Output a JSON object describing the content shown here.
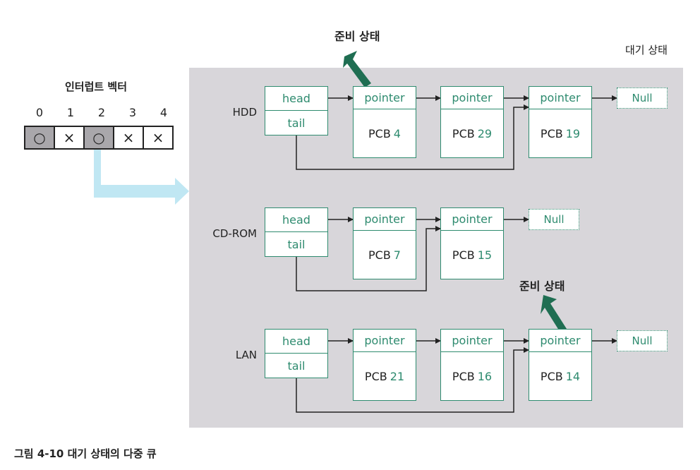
{
  "headings": {
    "ready_state_top": "준비 상태",
    "ready_state_lan": "준비 상태",
    "wait_state": "대기 상태",
    "interrupt_vector": "인터럽트 벡터"
  },
  "interrupt_vector": {
    "indices": [
      "0",
      "1",
      "2",
      "3",
      "4"
    ],
    "cells": [
      "○",
      "×",
      "○",
      "×",
      "×"
    ]
  },
  "queues": [
    {
      "device": "HDD",
      "head_label": "head",
      "tail_label": "tail",
      "nodes": [
        {
          "pointer": "pointer",
          "pcb": "PCB",
          "num": "4"
        },
        {
          "pointer": "pointer",
          "pcb": "PCB",
          "num": "29"
        },
        {
          "pointer": "pointer",
          "pcb": "PCB",
          "num": "19"
        }
      ],
      "null_label": "Null"
    },
    {
      "device": "CD-ROM",
      "head_label": "head",
      "tail_label": "tail",
      "nodes": [
        {
          "pointer": "pointer",
          "pcb": "PCB",
          "num": "7"
        },
        {
          "pointer": "pointer",
          "pcb": "PCB",
          "num": "15"
        }
      ],
      "null_label": "Null"
    },
    {
      "device": "LAN",
      "head_label": "head",
      "tail_label": "tail",
      "nodes": [
        {
          "pointer": "pointer",
          "pcb": "PCB",
          "num": "21"
        },
        {
          "pointer": "pointer",
          "pcb": "PCB",
          "num": "16"
        },
        {
          "pointer": "pointer",
          "pcb": "PCB",
          "num": "14"
        }
      ],
      "null_label": "Null"
    }
  ],
  "caption": "그림 4-10 대기 상태의 다중 큐",
  "colors": {
    "accent": "#2e8b6f",
    "ready_arrow": "#1f6e52",
    "vector_arrow": "#b9e4f2",
    "panel": "#d8d6da",
    "active_cell": "#a9a7ab"
  }
}
